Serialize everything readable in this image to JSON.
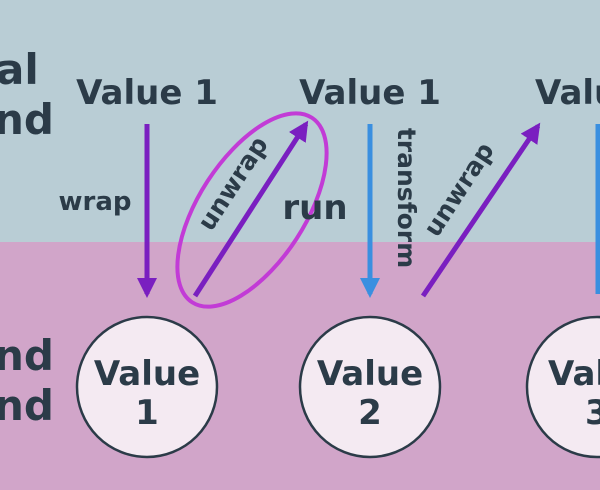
{
  "colors": {
    "top_band": "#b9cdd5",
    "bottom_band": "#d1a5c9",
    "purple": "#7a1fc0",
    "blue": "#3a8fe0",
    "highlight": "#c23bd6",
    "circle_fill": "#f4eaf2",
    "text": "#2b3b48"
  },
  "bands": {
    "top_partial_lines": [
      "al",
      "nd"
    ],
    "bottom_partial_lines": [
      "nd",
      "nd"
    ]
  },
  "top_values": [
    "Value 1",
    "Value 1",
    "Valu"
  ],
  "circles": [
    {
      "line1": "Value",
      "line2": "1"
    },
    {
      "line1": "Value",
      "line2": "2"
    },
    {
      "line1": "Val",
      "line2": "3"
    }
  ],
  "arrows": {
    "wrap": "wrap",
    "unwrap_1": "unwrap",
    "run": "run",
    "transform": "transform",
    "unwrap_2": "unwrap"
  },
  "icons": {
    "arrow_down": "arrow-down-icon",
    "arrow_diagonal": "arrow-up-right-icon",
    "highlight_ellipse": "highlight-ellipse-icon"
  }
}
